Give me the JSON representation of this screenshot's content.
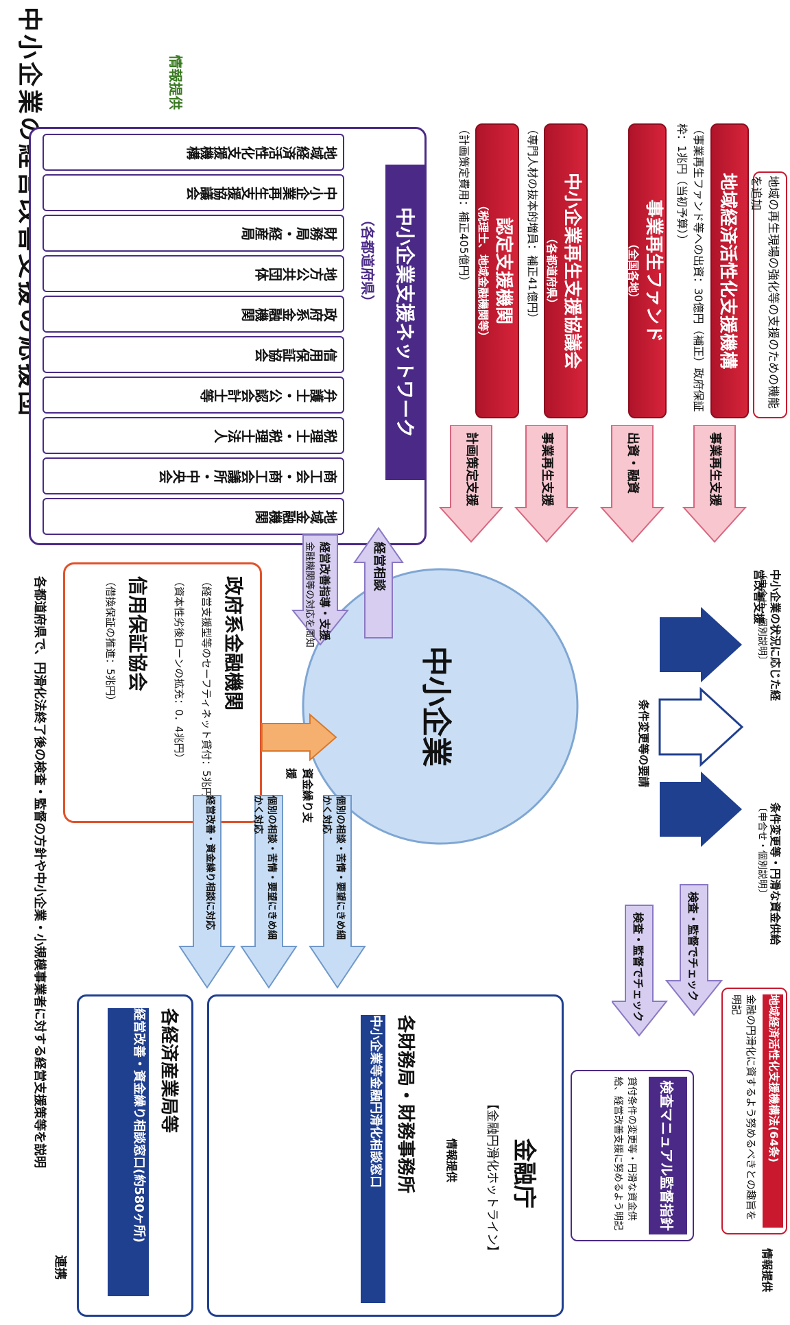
{
  "header": {
    "title": "中小企業の経営改善支援の応援団"
  },
  "info_labels": {
    "top": "情報提供",
    "right": "情報提供",
    "fsa_bureaus": "情報提供"
  },
  "network": {
    "title": "中小企業支援ネットワーク",
    "subtitle": "（各都道府県）",
    "members": [
      "地域経済活性化支援機構",
      "中小企業再生支援協議会",
      "財務局・経産局",
      "地方公共団体",
      "政府系金融機関",
      "信用保証協会",
      "弁護士・公認会計士等",
      "税理士・税理士法人",
      "商工会・商工会議所・中央会",
      "地域金融機関"
    ]
  },
  "organizations": [
    {
      "name": "地域経済活性化支援機構",
      "note": "（事業再生ファンド等への出資：30億円（補正）政府保証枠：1兆円（当初予算））",
      "arrow": "事業再生支援"
    },
    {
      "name": "事業再生ファンド",
      "sub": "（全国各地）",
      "arrow": "出資・融資"
    },
    {
      "name": "中小企業再生支援協議会",
      "sub": "（各都道府県）",
      "note": "（専門人材の抜本的増員：補正41億円）",
      "arrow": "事業再生支援"
    },
    {
      "name": "認定支援機関",
      "sub": "（税理士、地域金融機関等）",
      "note": "（計画策定費用：補正405億円）",
      "arrow": "計画策定支援"
    }
  ],
  "callout_reeval": "地域の再生現場の強化等の支援のための機能を追加",
  "callout_law": {
    "title": "地域経済活性化支援機構法(64条)",
    "text": "金融の円滑化に資するよう努めるべきとの趣旨を明記"
  },
  "center": {
    "label": "中小企業"
  },
  "consult": {
    "label": "経営相談"
  },
  "guidance": {
    "label": "経営改善指導・支援",
    "note": "金融機関等の対応を周知"
  },
  "gov_fin": {
    "title": "政府系金融機関",
    "note1": "（経営支援型等のセーフティネット貸付：5兆円）",
    "note2": "（資本性劣後ローンの拡充：0．4兆円）"
  },
  "credit": {
    "title": "信用保証協会",
    "note": "（借換保証の推進：5兆円）"
  },
  "cash_support": "資金繰り支援",
  "bank_side": {
    "left": "中小企業の状況に応じた経営改善支援",
    "left_note": "〔申合せ・個別説明〕",
    "mid": "条件変更等の要請",
    "right": "条件変更等・円滑な資金供給",
    "right_note": "〔申合せ・個別説明〕"
  },
  "inspection": {
    "arrow1": "検査・監督でチェック",
    "arrow2": "検査・監督でチェック"
  },
  "manual": {
    "title": "検査マニュアル監督指針",
    "note": "貸付条件の変更等・円滑な資金供給、経営改善支援に努めるよう明記"
  },
  "fsa": {
    "title": "金融庁",
    "hotline": "【金融円滑化ホットライン】"
  },
  "bureau_fin": {
    "title": "各財務局・財務事務所",
    "window": "中小企業等金融円滑化相談窓口"
  },
  "meti": {
    "title": "各経済産業局等",
    "window": "経営改善・資金繰り相談窓口(約580ヶ所)"
  },
  "coop": "連携",
  "consult_arrows": [
    "個別の相談・苦情・要望にきめ細かく対応",
    "個別の相談・苦情・要望にきめ細かく対応",
    "経営改善・資金繰り相談に対応"
  ],
  "bottom_note": "各都道府県で、円滑化法終了後の検査・監督の方針や中小企業・小規模事業者に対する経営支援策等を説明",
  "colors": {
    "red": "#c8192f",
    "purple": "#4a2a86",
    "navy": "#1f3f8f",
    "sphere": "#c9def5"
  }
}
